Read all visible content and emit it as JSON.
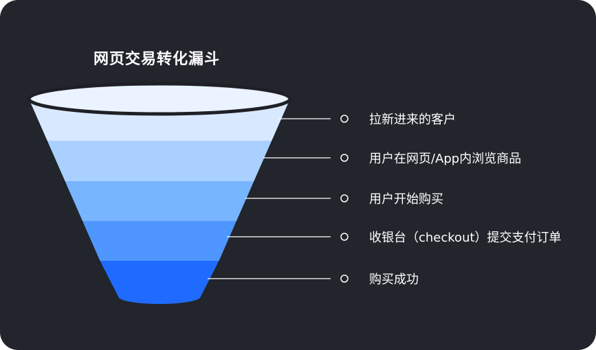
{
  "title": "网页交易转化漏斗",
  "colors": {
    "background": "#23252c",
    "outline": "#1f2026",
    "connector": "#ffffff",
    "stages": [
      "#d8e9ff",
      "#a9d0ff",
      "#78b5ff",
      "#4f97ff",
      "#1f6bff"
    ]
  },
  "stages": [
    {
      "label": "拉新进来的客户"
    },
    {
      "label": "用户在网页/App内浏览商品"
    },
    {
      "label": "用户开始购买"
    },
    {
      "label": "收银台（checkout）提交支付订单"
    },
    {
      "label": "购买成功"
    }
  ]
}
